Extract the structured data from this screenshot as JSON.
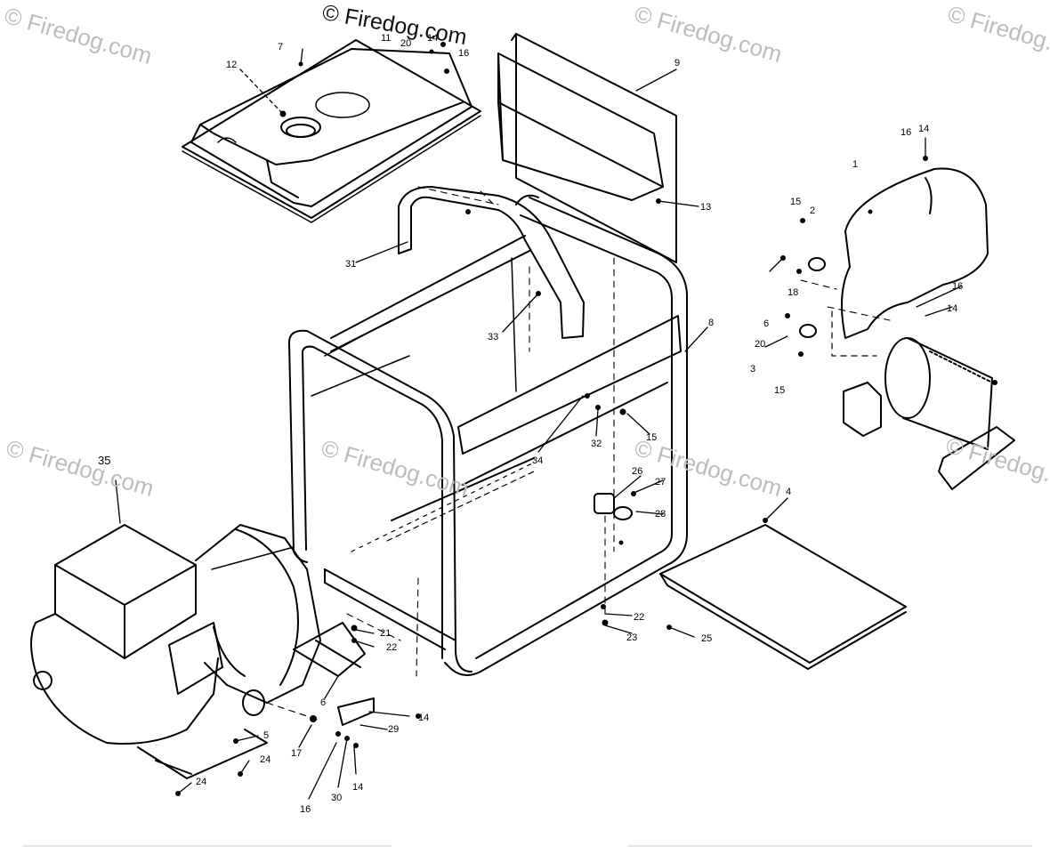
{
  "watermarks": {
    "top_center": "© Firedog.com",
    "top_left": "© Firedog.com",
    "top_right": "© Firedog.com",
    "far_right": "© Firedog.com",
    "mid_left": "© Firedog.com",
    "mid_center": "© Firedog.com",
    "mid_right_a": "© Firedog.com",
    "mid_right_b": "© Firedog.com"
  },
  "callouts": {
    "c7": "7",
    "c11": "11",
    "c20a": "20",
    "c14a": "14",
    "c16a": "16",
    "c12": "12",
    "c9": "9",
    "c13": "13",
    "c31": "31",
    "c33": "33",
    "c8": "8",
    "c32": "32",
    "c15a": "15",
    "c34": "34",
    "c16b": "16",
    "c14b": "14",
    "c1": "1",
    "c15b": "15",
    "c2": "2",
    "c18": "18",
    "c6a": "6",
    "c16c": "16",
    "c14c": "14",
    "c20b": "20",
    "c3": "3",
    "c15c": "15",
    "c35": "35",
    "c26": "26",
    "c27": "27",
    "c28": "28",
    "c4": "4",
    "c22a": "22",
    "c23": "23",
    "c25": "25",
    "c21": "21",
    "c22b": "22",
    "c6b": "6",
    "c14d": "14",
    "c29": "29",
    "c5": "5",
    "c17": "17",
    "c24a": "24",
    "c24b": "24",
    "c16d": "16",
    "c30": "30",
    "c14e": "14"
  },
  "parts": {
    "fuel_tank": "fuel-tank",
    "control_panel_box": "control-panel-box",
    "frame": "tubular-frame",
    "engine": "engine",
    "generator_end": "generator-end",
    "alternator": "alternator",
    "battery_tray": "battery-tray"
  },
  "colors": {
    "line": "#000000",
    "watermark": "#bcbcbc",
    "background": "#ffffff"
  }
}
